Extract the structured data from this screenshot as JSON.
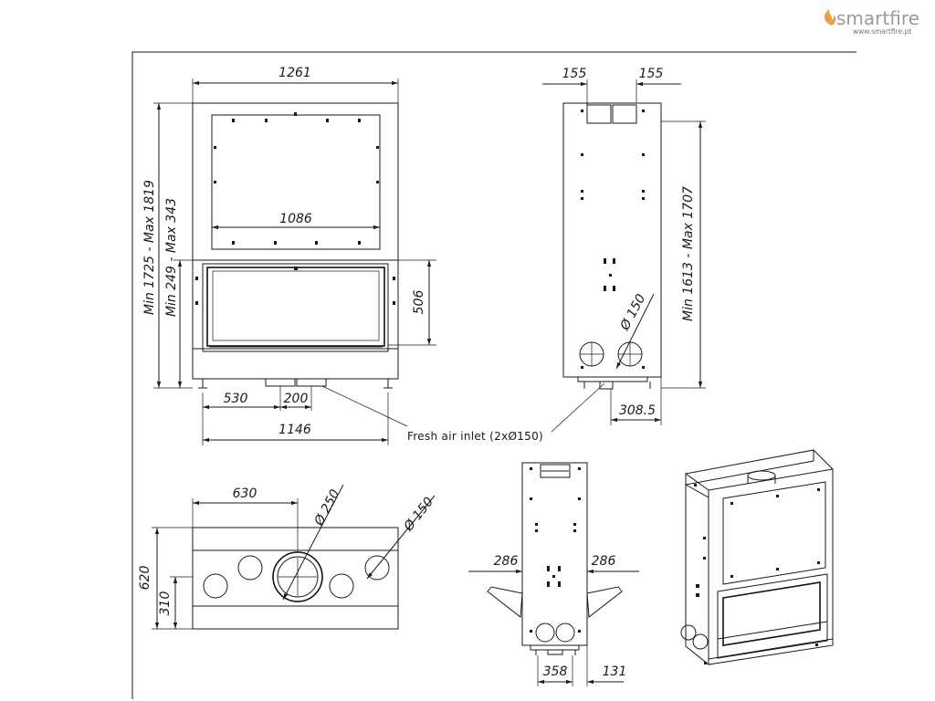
{
  "brand": {
    "logo_text": "smartfire",
    "website": "www.smartfire.pt",
    "accent_color": "#e8a04a"
  },
  "front_view": {
    "width_total": "1261",
    "width_glass": "1086",
    "width_base": "1146",
    "offset_left": "530",
    "inlet_gap": "200",
    "height_total": "Min 1725 - Max 1819",
    "height_lower": "Min 249 - Max 343",
    "window_height": "506"
  },
  "side_view": {
    "offset_left": "155",
    "offset_right": "155",
    "height": "Min 1613 - Max 1707",
    "duct_diameter": "Ø 150",
    "depth": "308.5"
  },
  "inlet_note": "Fresh air inlet (2xØ150)",
  "top_view": {
    "offset": "630",
    "flue_diameter": "Ø 250",
    "duct_diameter": "Ø 150",
    "depth_total": "620",
    "depth_half": "310"
  },
  "back_view": {
    "left_offset": "286",
    "right_offset": "286",
    "bottom_width": "358",
    "bottom_offset": "131"
  }
}
